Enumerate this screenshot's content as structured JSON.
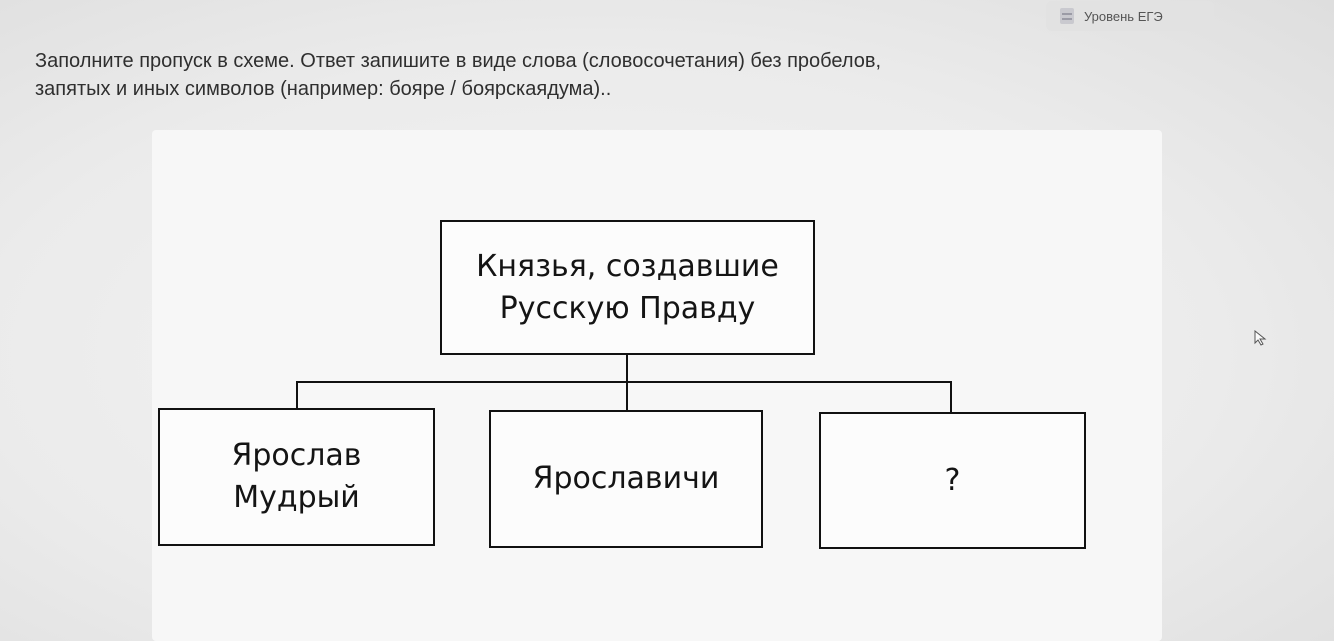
{
  "level_badge": {
    "icon": "document-icon",
    "label": "Уровень ЕГЭ"
  },
  "instruction": {
    "text": "Заполните пропуск в схеме. Ответ запишите в виде слова (словосочетания) без пробелов,\nзапятых и иных символов (например: бояре / боярскаядума).."
  },
  "scheme": {
    "top": "Князья, создавшие\nРусскую Правду",
    "children": [
      {
        "label": "Ярослав\nМудрый"
      },
      {
        "label": "Ярославичи"
      },
      {
        "label": "?"
      }
    ]
  }
}
